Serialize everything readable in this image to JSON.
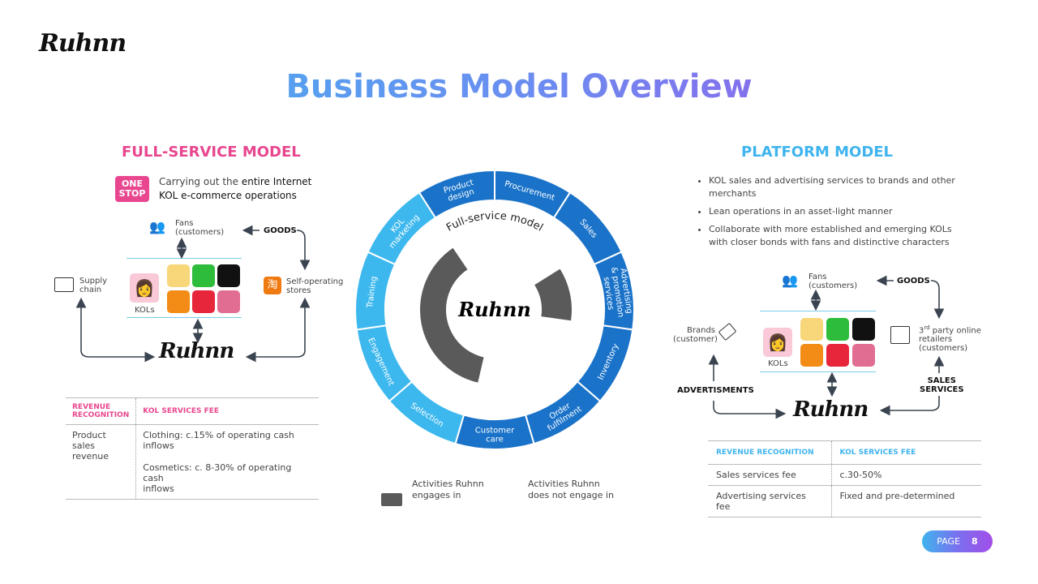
{
  "logo": "Ruhnn",
  "title": "Business Model Overview",
  "colors": {
    "pink": "#e8478f",
    "cyan": "#3fb4ee",
    "dark_blue": "#1a73c9",
    "light_blue": "#3db8ee",
    "gray": "#5a5a5a"
  },
  "full_service": {
    "heading": "FULL-SERVICE MODEL",
    "badge": [
      "ONE",
      "STOP"
    ],
    "desc_plain": "Carrying out the ",
    "desc_bold1": "entire Internet",
    "desc_bold2": "KOL e-commerce operations",
    "fans": [
      "Fans",
      "(customers)"
    ],
    "goods": "GOODS",
    "supply": [
      "Supply",
      "chain"
    ],
    "stores": [
      "Self-operating",
      "stores"
    ],
    "kols": "KOLs",
    "table": {
      "h1": [
        "REVENUE",
        "RECOGNITION"
      ],
      "h2": "KOL SERVICES FEE",
      "r1": [
        "Product sales",
        "revenue"
      ],
      "r2a": [
        "Clothing: c.15% of operating cash",
        "inflows"
      ],
      "r2b": [
        "Cosmetics: c. 8-30% of operating cash",
        "inflows"
      ]
    }
  },
  "ring": {
    "inner_label": "Full-service model",
    "platform_label": "Platform model",
    "segments": [
      {
        "label": [
          "Procurement"
        ],
        "engaged": true
      },
      {
        "label": [
          "Sales"
        ],
        "engaged": true
      },
      {
        "label": [
          "Advertising",
          "& promotion",
          "services"
        ],
        "engaged": true
      },
      {
        "label": [
          "Inventory"
        ],
        "engaged": true
      },
      {
        "label": [
          "Order",
          "fulfilment"
        ],
        "engaged": true
      },
      {
        "label": [
          "Customer",
          "care"
        ],
        "engaged": true
      },
      {
        "label": [
          "Selection"
        ],
        "engaged": false
      },
      {
        "label": [
          "Engagement"
        ],
        "engaged": false
      },
      {
        "label": [
          "Training"
        ],
        "engaged": false
      },
      {
        "label": [
          "KOL",
          "marketing"
        ],
        "engaged": false
      },
      {
        "label": [
          "Product",
          "design"
        ],
        "engaged": true
      }
    ],
    "legend": {
      "engaged": [
        "Activities Ruhnn",
        "engages in"
      ],
      "not_engaged": [
        "Activities Ruhnn",
        "does not engage in"
      ]
    }
  },
  "platform": {
    "heading": "PLATFORM MODEL",
    "bullets": [
      "KOL sales and advertising services to brands and other merchants",
      "Lean operations in an asset-light manner",
      "Collaborate with more established and emerging KOLs with closer bonds with fans and distinctive characters"
    ],
    "fans": [
      "Fans",
      "(customers)"
    ],
    "goods": "GOODS",
    "brands": [
      "Brands",
      "(customer)"
    ],
    "retailers_sup": "rd",
    "retailers": [
      "3",
      "party online",
      "retailers",
      "(customers)"
    ],
    "kols": "KOLs",
    "ads": "ADVERTISMENTS",
    "sales": [
      "SALES",
      "SERVICES"
    ],
    "table": {
      "h1": "REVENUE RECOGNITION",
      "h2": "KOL SERVICES FEE",
      "rows": [
        [
          "Sales services fee",
          "c.30-50%"
        ],
        [
          "Advertising services fee",
          "Fixed and pre-determined"
        ]
      ]
    }
  },
  "page": {
    "label": "PAGE",
    "number": "8"
  }
}
